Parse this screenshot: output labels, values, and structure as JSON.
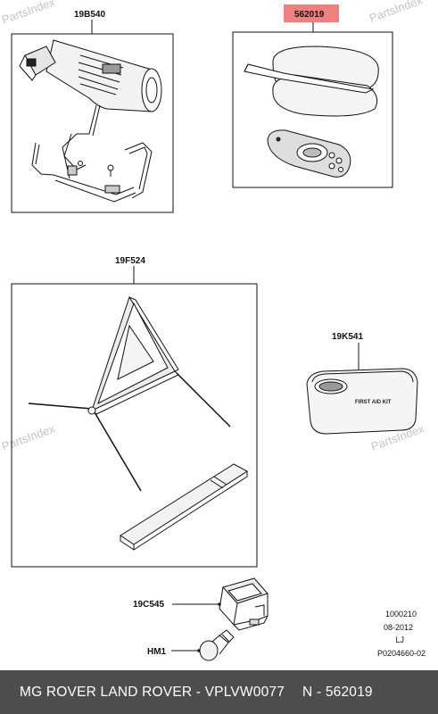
{
  "watermark": "PartsIndex",
  "callouts": {
    "extinguisher": "19B540",
    "highlighted_part": "562019",
    "triangle": "19F524",
    "first_aid": "19K541",
    "bracket": "19C545",
    "bolt": "HM1"
  },
  "first_aid_kit_text": "FIRST AID KIT",
  "reference": {
    "line1": "1000210",
    "line2": "08-2012",
    "line3": "LJ",
    "line4": "P0204660-02"
  },
  "footer": {
    "left": "MG ROVER LAND ROVER - VPLVW0077",
    "right": "N - 562019"
  },
  "colors": {
    "highlight": "#f08080",
    "footer_bg": "#4d4d4d",
    "watermark": "#c4c4c4"
  }
}
